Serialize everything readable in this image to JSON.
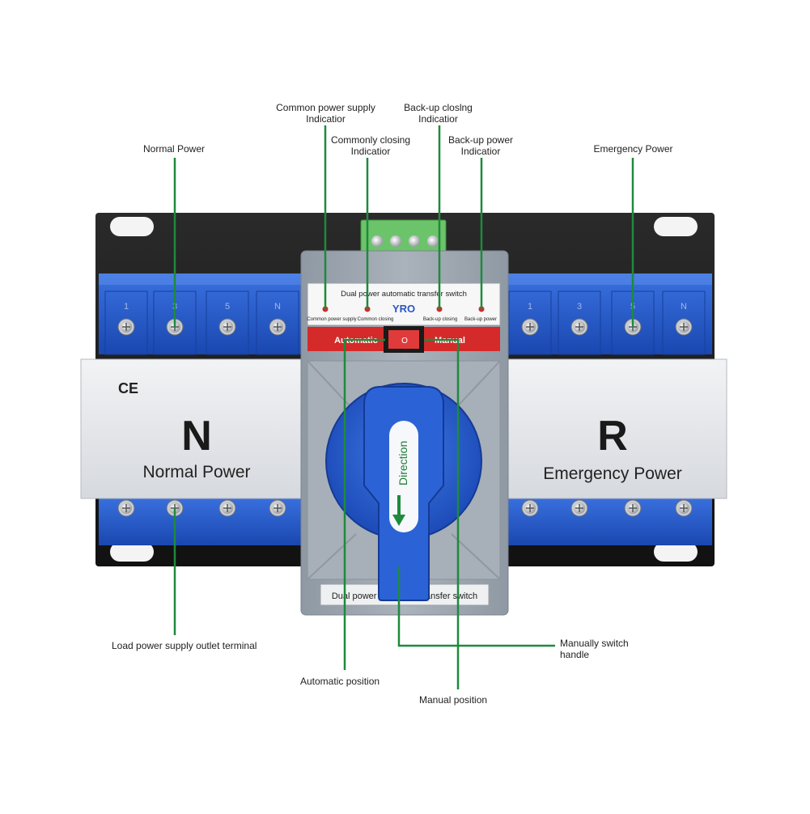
{
  "callouts": {
    "normal_power": "Normal Power",
    "common_supply_1": "Common power supply",
    "common_supply_2": "Indicatior",
    "commonly_closing_1": "Commonly closing",
    "commonly_closing_2": "Indicatior",
    "backup_closing_1": "Back-up closlng",
    "backup_closing_2": "Indicatior",
    "backup_power_1": "Back-up power",
    "backup_power_2": "Indicatior",
    "emergency_power": "Emergency Power",
    "load_outlet": "Load power supply outlet terminal",
    "automatic_position": "Automatic position",
    "manual_position": "Manual  position",
    "manual_handle_1": "Manually switch",
    "manual_handle_2": "handle"
  },
  "device": {
    "panel_title": "Dual power automatic transfer switch",
    "brand": "YRO",
    "ind_common_supply": "Common power supply",
    "ind_common_closing": "Common closing",
    "ind_backup_closing": "Back-up closing",
    "ind_backup_power": "Back-up power",
    "mode_auto": "Automatic",
    "mode_manual": "Manual",
    "mode_switch_mark": "O",
    "handle_text": "Direction",
    "bottom_label": "Dual power automatic transfer switch",
    "ce_mark": "CE",
    "left_letter": "N",
    "left_name": "Normal Power",
    "right_letter": "R",
    "right_name": "Emergency Power",
    "terminal_labels_left": [
      "1",
      "3",
      "5",
      "N"
    ],
    "terminal_labels_right": [
      "1",
      "3",
      "5",
      "N"
    ]
  },
  "colors": {
    "leader_line": "#1e8a3c",
    "terminal_blue": "#1f55c7",
    "housing_gray": "#9aa3ad",
    "panel_red": "#d42a2a"
  }
}
